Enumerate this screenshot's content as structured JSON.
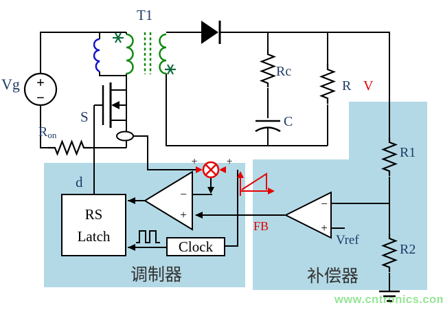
{
  "power_stage": {
    "source_label": "Vg",
    "source_plus": "+",
    "source_minus": "−",
    "transformer_label": "T1",
    "switch_label": "S",
    "on_resistor_main": "R",
    "on_resistor_sub": "on",
    "esr_label": "Rc",
    "cap_label": "C",
    "load_label": "R",
    "output_voltage_label": "V"
  },
  "modulator": {
    "region_label": "调制器",
    "latch_line1": "RS",
    "latch_line2": "Latch",
    "clock_label": "Clock",
    "duty_label": "d",
    "comparator_minus": "−",
    "comparator_plus": "+",
    "summer_plus_left": "+",
    "summer_plus_right": "+"
  },
  "compensator": {
    "region_label": "补偿器",
    "feedback_label": "FB",
    "opamp_minus": "−",
    "opamp_plus": "+",
    "vref_label": "Vref",
    "divider_top_label": "R1",
    "divider_bottom_label": "R2"
  },
  "watermark": "www.cntronics.com",
  "colors": {
    "region_fill": "#b3d9e6",
    "accent_red": "#e60000",
    "winding_green": "#0d8a0d",
    "dot_green": "#0e6b3c",
    "inductor_blue": "#1414cc",
    "label_navy": "#1f3b66",
    "watermark_green": "#95e695"
  }
}
